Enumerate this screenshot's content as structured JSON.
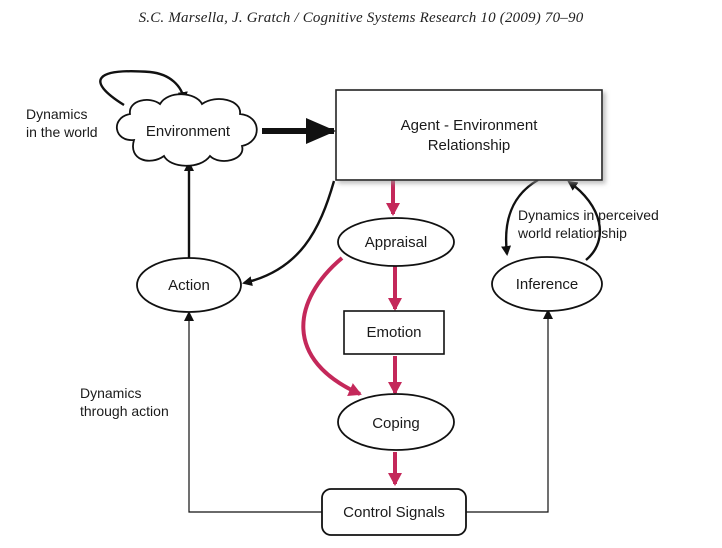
{
  "header": {
    "running_head": "S.C. Marsella, J. Gratch / Cognitive Systems Research 10 (2009) 70–90"
  },
  "nodes": {
    "environment": "Environment",
    "relationship_line1": "Agent - Environment",
    "relationship_line2": "Relationship",
    "appraisal": "Appraisal",
    "emotion": "Emotion",
    "coping": "Coping",
    "action": "Action",
    "inference": "Inference",
    "control_signals": "Control Signals"
  },
  "annotations": {
    "world_line1": "Dynamics",
    "world_line2": "in the world",
    "perceived_line1": "Dynamics in perceived",
    "perceived_line2": "world relationship",
    "action_line1": "Dynamics",
    "action_line2": "through action"
  },
  "colors": {
    "appraisal_flow": "#c4285a",
    "line": "#111111"
  }
}
